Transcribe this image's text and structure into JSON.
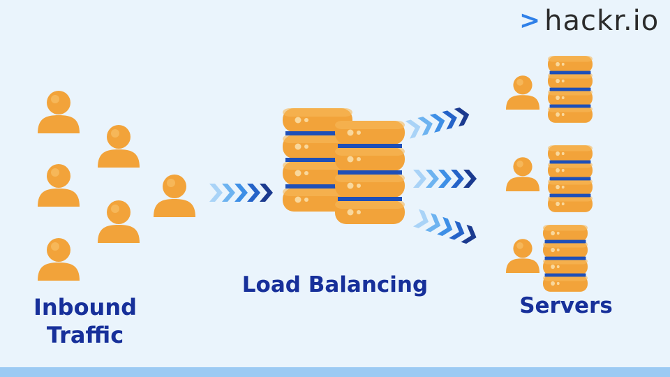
{
  "brand": {
    "logo_chevron": ">",
    "logo_text": "hackr.io",
    "logo_color": "#2f80e8"
  },
  "diagram": {
    "type": "load-balancing-flow",
    "inbound_label": [
      "Inbound",
      "Traffic"
    ],
    "load_balancer_label": "Load Balancing",
    "servers_label": "Servers",
    "user_count": 6,
    "server_count": 3,
    "colors": {
      "person": "#f2a33a",
      "server_body": "#f2a33a",
      "server_stripe": "#1e4fb8",
      "arrow_light": "#a9d3f7",
      "arrow_mid": "#3e8fe6",
      "arrow_dark": "#1b3a8f",
      "label": "#17309a",
      "background": "#eaf4fc",
      "bottom_bar": "#9ccaf3"
    }
  }
}
